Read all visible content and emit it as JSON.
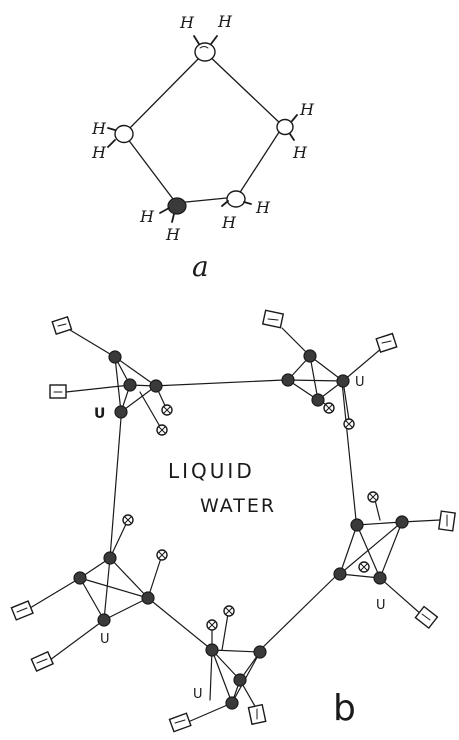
{
  "panel_a": {
    "label": "a",
    "hydrogen_symbol": "H"
  },
  "panel_b": {
    "label": "b",
    "text_line1": "LIQUID",
    "text_line2": "WATER",
    "small_letter": "U"
  }
}
